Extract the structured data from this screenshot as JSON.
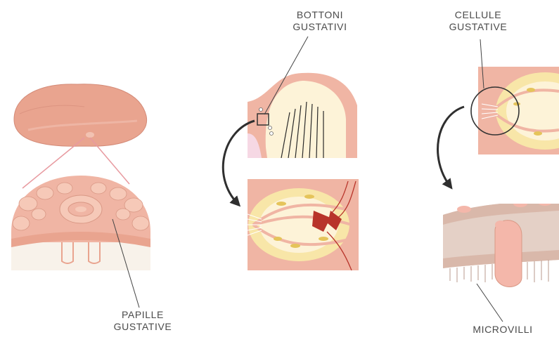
{
  "labels": {
    "papille": [
      "PAPILLE",
      "GUSTATIVE"
    ],
    "bottoni": [
      "BOTTONI",
      "GUSTATIVI"
    ],
    "cellule": [
      "CELLULE",
      "GUSTATIVE"
    ],
    "microvilli": "MICROVILLI"
  },
  "colors": {
    "tissue_pink": "#f2b3a3",
    "tissue_light": "#f8d2c4",
    "tongue": "#e9a48f",
    "bud_yellow": "#f8e6a8",
    "bud_cream": "#fdf3d8",
    "ovals": "#e5c45a",
    "vessel_red": "#b8342a",
    "label_text": "#4a4a4a",
    "arrow": "#2f2f2f",
    "membrane": "#c9a898"
  }
}
